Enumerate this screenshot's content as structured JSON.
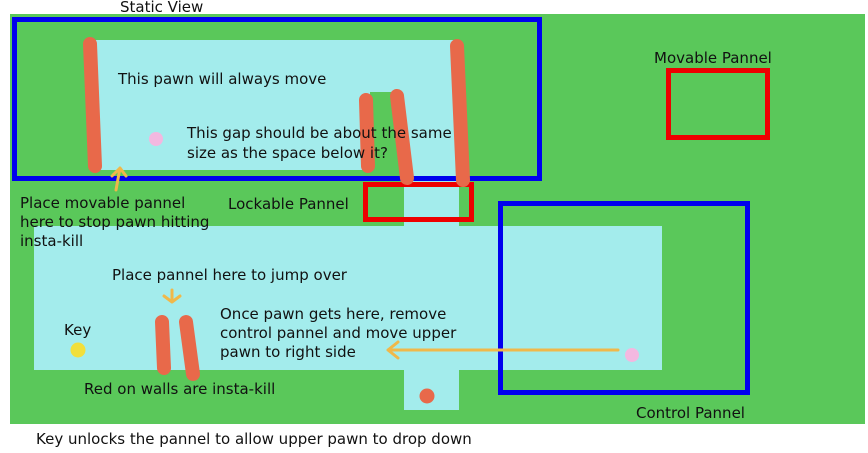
{
  "labels": {
    "static_view": "Static View",
    "movable_panel": "Movable Pannel",
    "lockable_panel": "Lockable Pannel",
    "control_panel": "Control Pannel",
    "pawn_always_move": "This pawn will always move",
    "gap_note_line1": "This gap should be about the same",
    "gap_note_line2": "size as the space below it?",
    "place_movable_line1": "Place movable pannel",
    "place_movable_line2": "here to stop pawn hitting",
    "place_movable_line3": "insta-kill",
    "place_jump": "Place pannel here to jump over",
    "once_pawn_line1": "Once pawn gets here, remove",
    "once_pawn_line2": "control pannel and move upper",
    "once_pawn_line3": "pawn to right side",
    "key": "Key",
    "red_walls": "Red on walls are insta-kill",
    "key_unlocks": "Key unlocks the pannel to allow upper pawn to drop down"
  },
  "colors": {
    "ground": "#5ac85a",
    "open_space": "#a3ecec",
    "static_panel_border": "#0000ee",
    "movable_panel_border": "#ee0000",
    "insta_kill": "#e8694a",
    "pawn": "#f3b8e0",
    "key": "#f2df3b",
    "arrow": "#f0b84a"
  }
}
